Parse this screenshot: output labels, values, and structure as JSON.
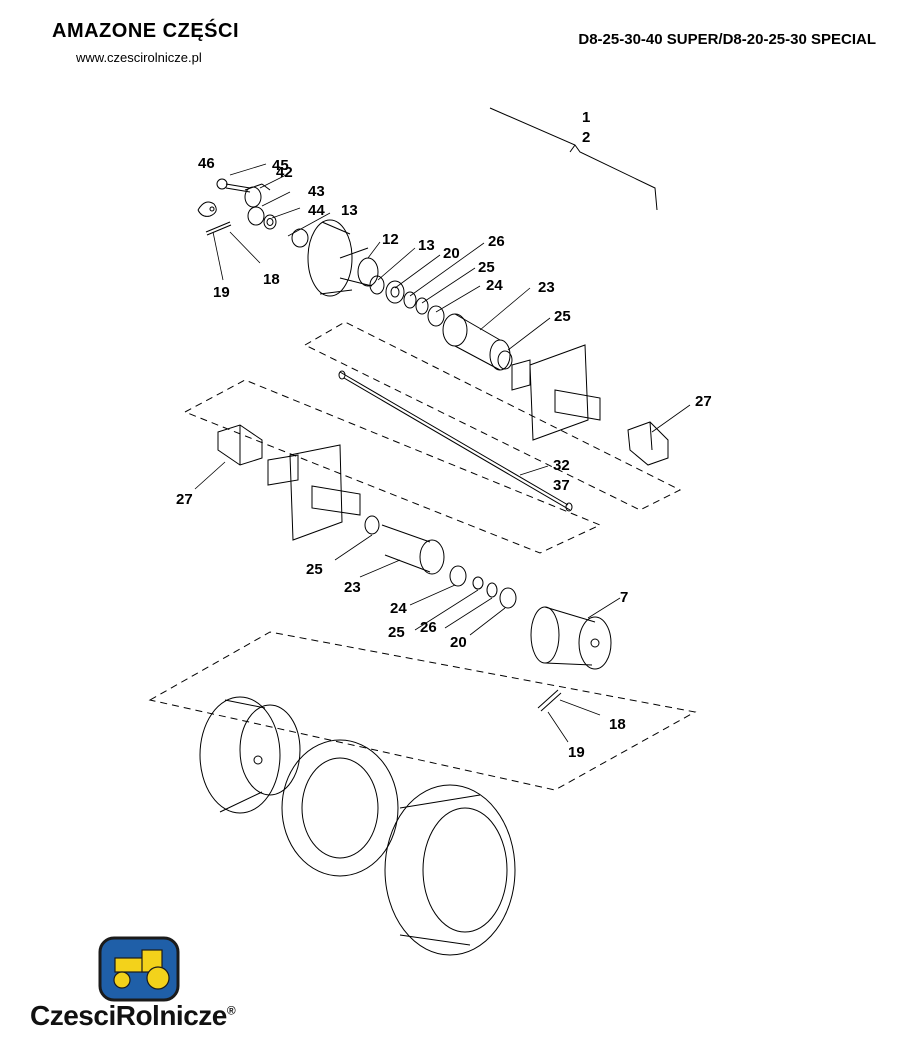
{
  "header": {
    "brand": "AMAZONE  CZĘŚCI",
    "website": "www.czescirolnicze.pl",
    "model": "D8-25-30-40 SUPER/D8-20-25-30 SPECIAL"
  },
  "callouts": {
    "c1": "1",
    "c2": "2",
    "c46": "46",
    "c45": "45",
    "c42": "42",
    "c43": "43",
    "c44": "44",
    "c13a": "13",
    "c19a": "19",
    "c18a": "18",
    "c12": "12",
    "c13b": "13",
    "c20a": "20",
    "c26a": "26",
    "c25a": "25",
    "c24a": "24",
    "c23a": "23",
    "c25b": "25",
    "c27a": "27",
    "c32": "32",
    "c37": "37",
    "c27b": "27",
    "c25c": "25",
    "c23b": "23",
    "c24b": "24",
    "c25d": "25",
    "c26b": "26",
    "c20b": "20",
    "c7": "7",
    "c18b": "18",
    "c19b": "19"
  },
  "logo": {
    "wordmark": "CzesciRolnicze",
    "mark": "®",
    "colors": {
      "blue": "#1f5fa8",
      "yellow": "#f3d21b",
      "dark": "#1b1b1b"
    }
  }
}
